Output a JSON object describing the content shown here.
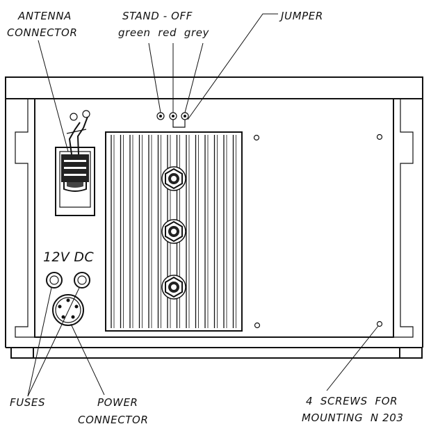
{
  "labels": {
    "antenna_line1": "ANTENNA",
    "antenna_line2": "CONNECTOR",
    "standoff": "STAND - OFF",
    "standoff_colors": "green  red  grey",
    "jumper": "JUMPER",
    "voltage": "12V DC",
    "fuses": "FUSES",
    "power_line1": "POWER",
    "power_line2": "CONNECTOR",
    "screws_line1": "4  SCREWS  FOR",
    "screws_line2": "MOUNTING  N 203"
  }
}
